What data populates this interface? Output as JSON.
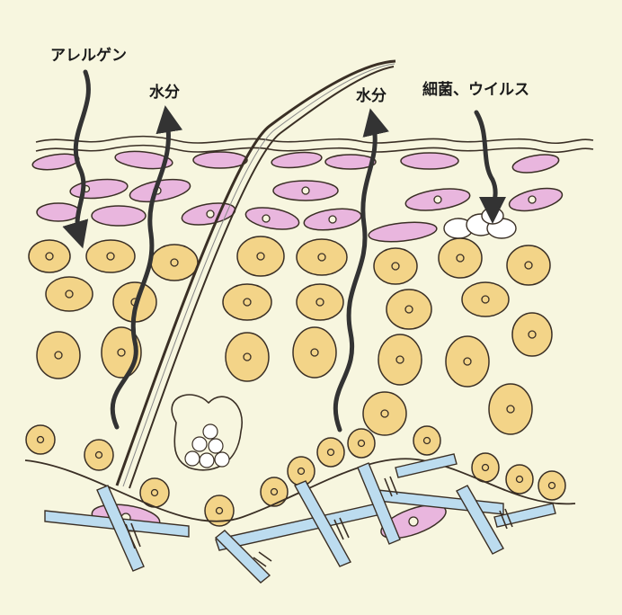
{
  "labels": {
    "allergen": "アレルゲン",
    "water_left": "水分",
    "water_right": "水分",
    "bacteria_virus": "細菌、ウイルス"
  },
  "colors": {
    "background": "#f7f6df",
    "horny_cell_fill": "#e9b6de",
    "epidermal_cell_fill": "#f3d488",
    "cell_outline": "#3a2f25",
    "fiber_fill": "#bcdcef",
    "arrow": "#333333",
    "microbe_fill": "#ffffff"
  },
  "icons": {
    "allergen_arrow": "arrow-down-icon",
    "water_arrow": "arrow-up-icon",
    "microbe_arrow": "arrow-down-icon",
    "hair": "hair-shaft-icon",
    "gland": "sebaceous-gland-icon"
  }
}
